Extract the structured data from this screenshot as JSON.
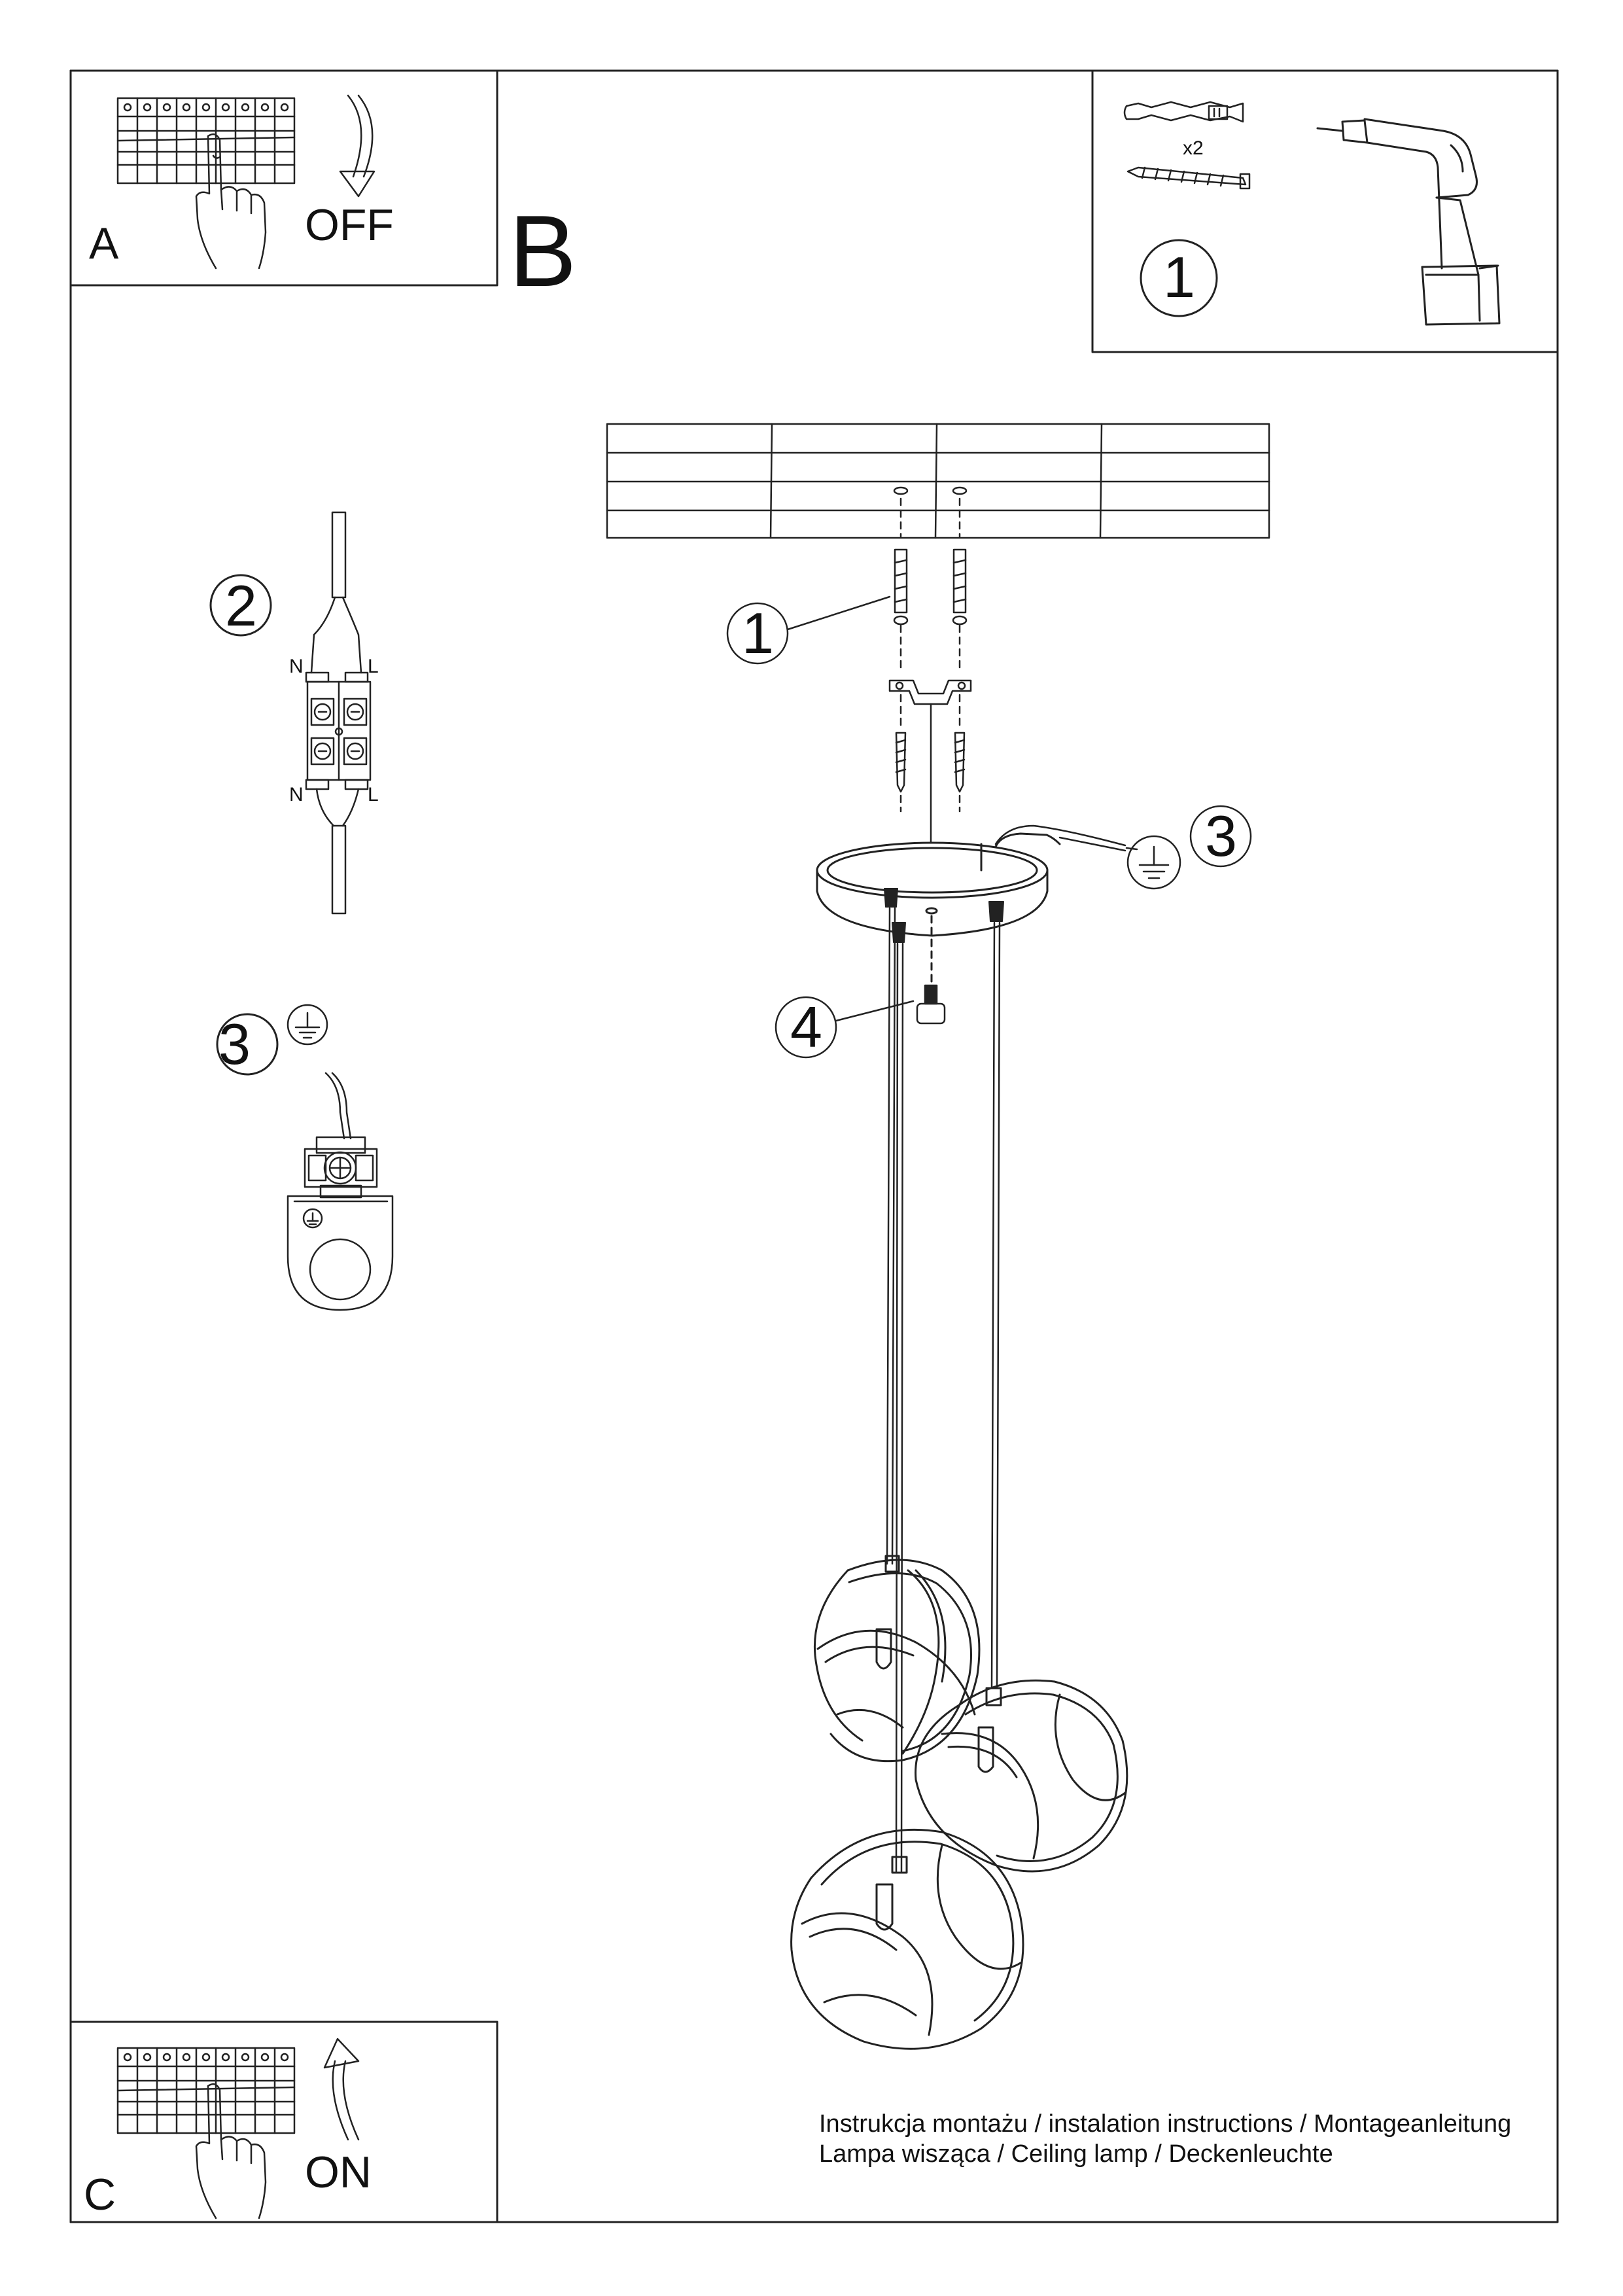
{
  "panels": {
    "a": {
      "letter": "A",
      "state": "OFF"
    },
    "b": {
      "letter": "B"
    },
    "c": {
      "letter": "C",
      "state": "ON"
    }
  },
  "tools": {
    "quantity": "x2",
    "step": "1"
  },
  "wiring": {
    "step": "2",
    "neutral": "N",
    "live": "L"
  },
  "earth": {
    "step": "3"
  },
  "main": {
    "callout_1": "1",
    "callout_3": "3",
    "callout_4": "4"
  },
  "footer": {
    "line1": "Instrukcja montażu / instalation instructions / Montageanleitung",
    "line2": "Lampa wisząca / Ceiling lamp / Deckenleuchte"
  }
}
